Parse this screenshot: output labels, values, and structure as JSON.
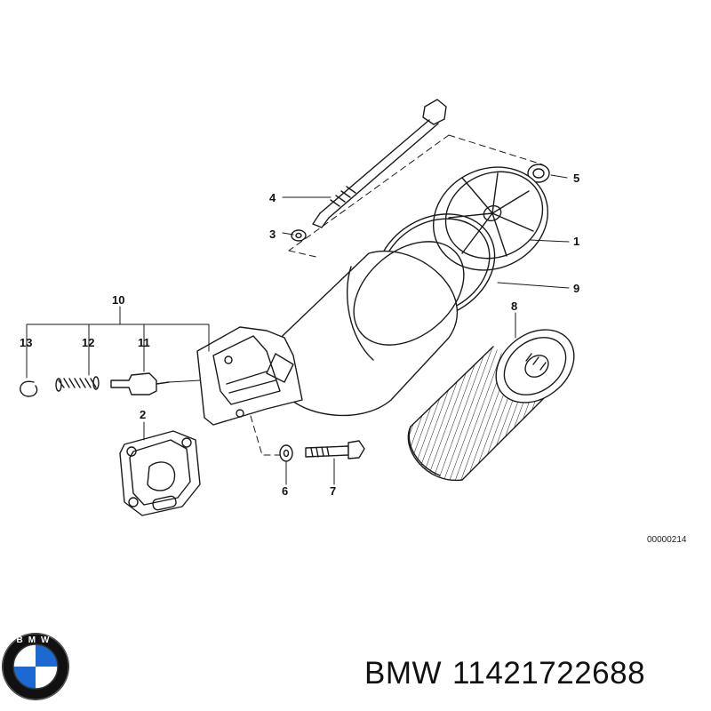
{
  "diagram": {
    "callouts": {
      "c1": "1",
      "c2": "2",
      "c3": "3",
      "c4": "4",
      "c5": "5",
      "c6": "6",
      "c7": "7",
      "c8": "8",
      "c9": "9",
      "c10": "10",
      "c11": "11",
      "c12": "12",
      "c13": "13"
    },
    "reference_code": "00000214"
  },
  "footer": {
    "brand": "BMW",
    "part_number": "11421722688",
    "logo_letters": "BMW"
  },
  "colors": {
    "line": "#1a1a1a",
    "logo_blue": "#1c69d4",
    "logo_ring": "#111111"
  }
}
